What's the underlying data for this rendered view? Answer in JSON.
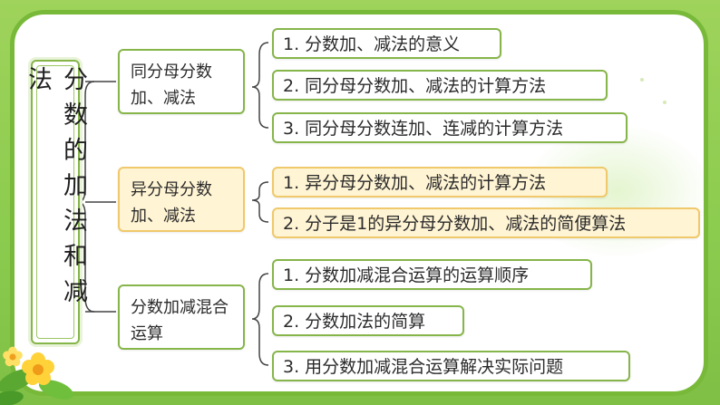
{
  "root": {
    "label": "分数的加法和减法"
  },
  "branches": [
    {
      "label": "同分母分数加、减法",
      "style": "green",
      "items": [
        "1. 分数加、减法的意义",
        "2. 同分母分数加、减法的计算方法",
        "3. 同分母分数连加、连减的计算方法"
      ]
    },
    {
      "label": "异分母分数加、减法",
      "style": "yellow",
      "items": [
        "1. 异分母分数加、减法的计算方法",
        "2. 分子是1的异分母分数加、减法的简便算法"
      ]
    },
    {
      "label": "分数加减混合运算",
      "style": "green",
      "items": [
        "1. 分数加减混合运算的运算顺序",
        "2. 分数加法的简算",
        "3. 用分数加减混合运算解决实际问题"
      ]
    }
  ],
  "colors": {
    "background": "#8ccc4f",
    "frame_border": "#78b93a",
    "box_border_green": "#86b54a",
    "box_fill_yellow": "#fff4d3",
    "box_border_yellow": "#efc96b",
    "connector": "#444444"
  },
  "decorations": [
    "flower-cluster",
    "leaves"
  ]
}
